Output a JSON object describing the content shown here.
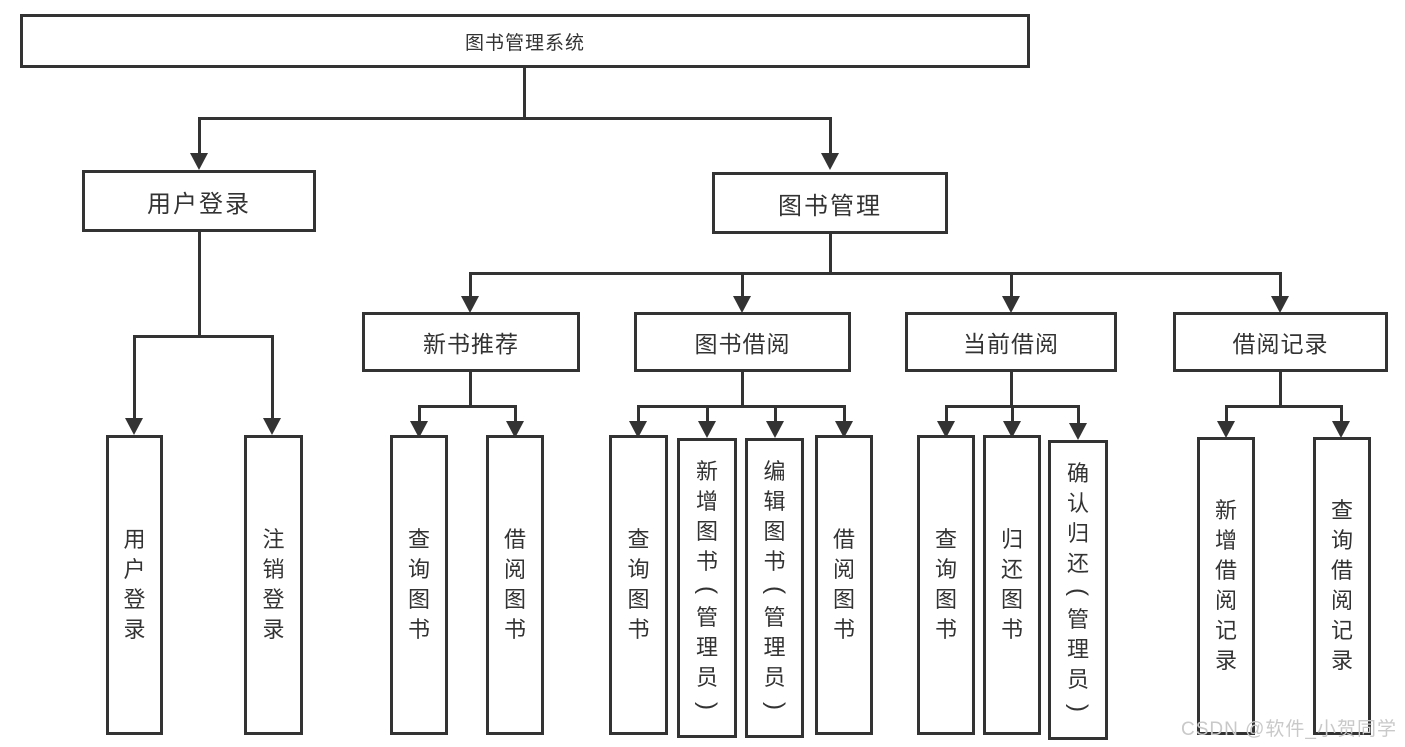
{
  "diagram": {
    "root": "图书管理系统",
    "branches": {
      "user_login": {
        "label": "用户登录",
        "children": [
          "用户登录",
          "注销登录"
        ]
      },
      "book_management": {
        "label": "图书管理",
        "sections": [
          {
            "label": "新书推荐",
            "children": [
              "查询图书",
              "借阅图书"
            ]
          },
          {
            "label": "图书借阅",
            "children": [
              "查询图书",
              "新增图书（管理员）",
              "编辑图书（管理员）",
              "借阅图书"
            ]
          },
          {
            "label": "当前借阅",
            "children": [
              "查询图书",
              "归还图书",
              "确认归还（管理员）"
            ]
          },
          {
            "label": "借阅记录",
            "children": [
              "新增借阅记录",
              "查询借阅记录"
            ]
          }
        ]
      }
    }
  },
  "watermark": {
    "text": "CSDN @软件_小贺同学"
  },
  "colors": {
    "line": "#333333",
    "text": "#333333",
    "watermark_text": "#c9c9c9",
    "background": "#ffffff"
  }
}
